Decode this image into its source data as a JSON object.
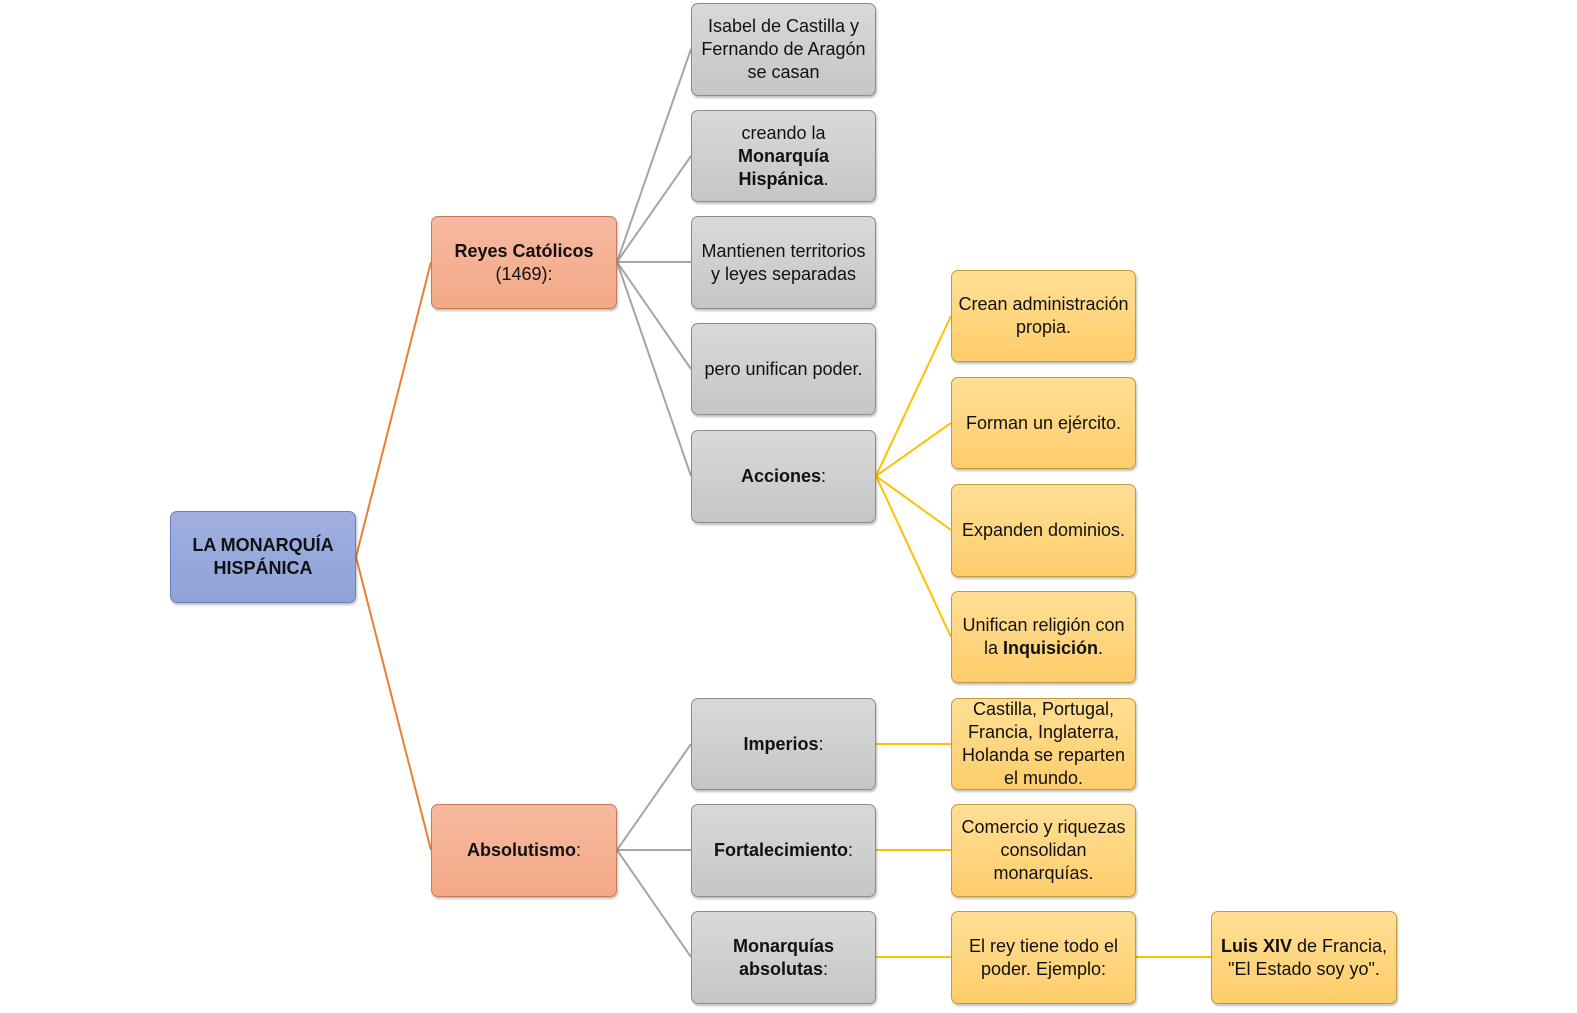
{
  "colors": {
    "root": "#8fa3da",
    "level1": "#f4a987",
    "level2": "#c8c8c8",
    "level3": "#fecd6b",
    "line_orange": "#ed7d31",
    "line_gray": "#a6a6a6",
    "line_yellow": "#ffc000"
  },
  "root": {
    "title": "LA MONARQUÍA HISPÁNICA"
  },
  "reyes": {
    "title_bold": "Reyes Católicos",
    "title_rest": "(1469):",
    "items": {
      "isabel": "Isabel de Castilla y Fernando de Aragón se casan",
      "creando_pre": "creando la",
      "creando_bold": "Monarquía Hispánica",
      "creando_post": ".",
      "mantienen": "Mantienen territorios y leyes separadas",
      "unifican_poder": "pero unifican poder.",
      "acciones_bold": "Acciones",
      "acciones_post": ":"
    },
    "acciones": {
      "crean": "Crean administración propia.",
      "forman": "Forman un ejército.",
      "expanden": "Expanden dominios.",
      "religion_pre": "Unifican religión con la",
      "religion_bold": "Inquisición",
      "religion_post": "."
    }
  },
  "absolutismo": {
    "title_bold": "Absolutismo",
    "title_post": ":",
    "imperios_bold": "Imperios",
    "imperios_post": ":",
    "imperios_detail": "Castilla, Portugal, Francia, Inglaterra, Holanda se reparten el mundo.",
    "fortalecimiento_bold": "Fortalecimiento",
    "fortalecimiento_post": ":",
    "fortalecimiento_detail": "Comercio y riquezas consolidan monarquías.",
    "monarquias_bold": "Monarquías absolutas",
    "monarquias_post": ":",
    "monarquias_detail": "El rey tiene todo el poder. Ejemplo:",
    "luis_bold": "Luis XIV",
    "luis_rest": "de Francia, \"El Estado soy yo\"."
  }
}
